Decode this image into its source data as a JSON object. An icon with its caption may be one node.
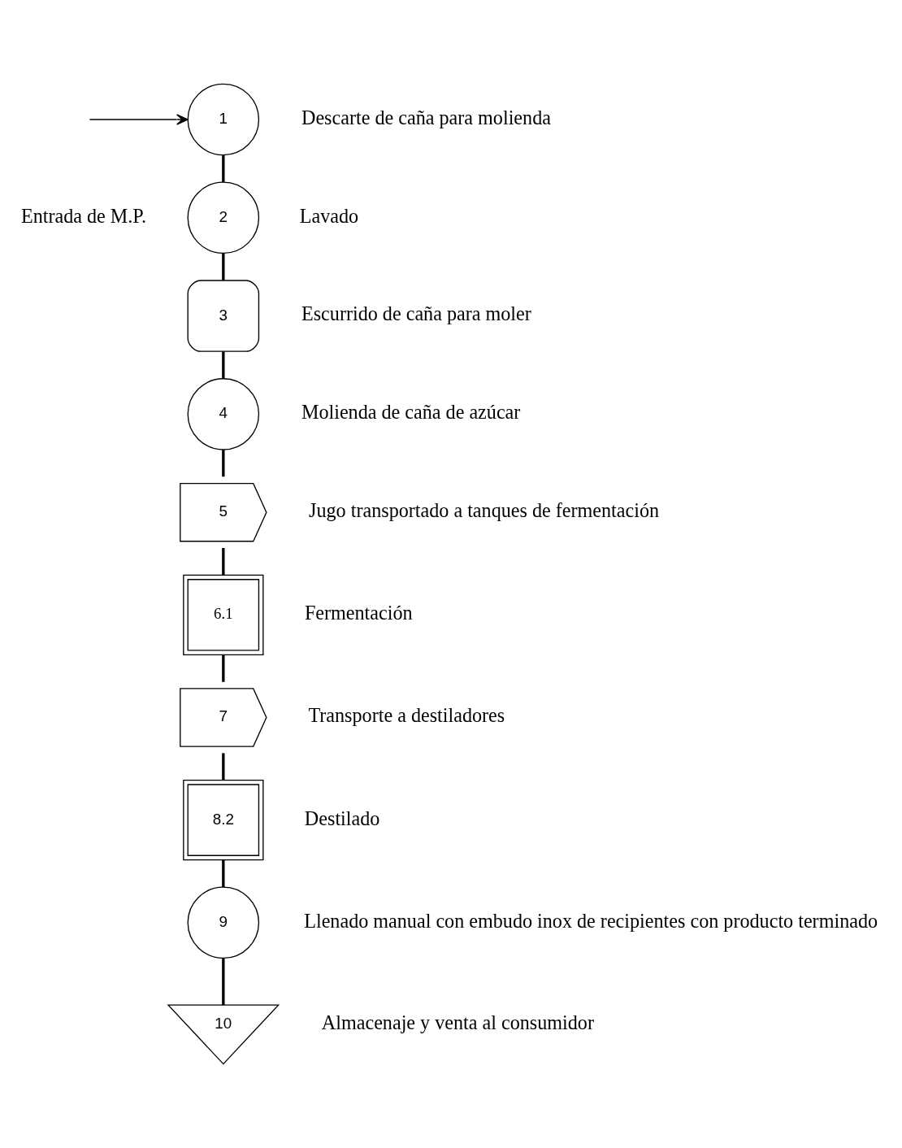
{
  "diagram": {
    "nodes": [
      {
        "text": [
          "1"
        ],
        "beside": [
          "Descarte de caña para molienda"
        ]
      },
      {
        "text": [
          "2"
        ],
        "beside": [
          "Lavado"
        ]
      },
      {
        "text": [
          "3"
        ],
        "beside": [
          "Escurrido de caña para moler"
        ]
      },
      {
        "text": [
          "4"
        ],
        "beside": [
          "Molienda de caña de azúcar"
        ]
      },
      {
        "text": [
          "5"
        ],
        "beside": [
          "Jugo transportado a tanques de fermentación"
        ]
      },
      {
        "text": [
          "6.1"
        ],
        "beside": [
          "Fermentación"
        ]
      },
      {
        "text": [
          "7"
        ],
        "beside": [
          "Transporte a destiladores"
        ]
      },
      {
        "text": [
          "8.2"
        ],
        "beside": [
          "Destilado"
        ]
      },
      {
        "text": [
          "9"
        ],
        "beside": [
          "Llenado manual con embudo inox de recipientes con producto terminado"
        ]
      },
      {
        "text": [
          "10"
        ],
        "beside": [
          "Almacenaje y venta al consumidor"
        ]
      }
    ],
    "edges": [
      {
        "from": null,
        "to": 0,
        "arrow": "to"
      },
      {
        "from": 0,
        "to": 1,
        "arrow": "none"
      },
      {
        "from": 1,
        "to": 2,
        "arrow": "none"
      },
      {
        "from": 2,
        "to": 3,
        "arrow": "none"
      },
      {
        "from": 3,
        "to": 4,
        "arrow": "none"
      },
      {
        "from": 4,
        "to": 5,
        "arrow": "none"
      },
      {
        "from": 5,
        "to": 6,
        "arrow": "none"
      },
      {
        "from": 6,
        "to": 7,
        "arrow": "none"
      },
      {
        "from": 7,
        "to": 8,
        "arrow": "none"
      },
      {
        "from": 8,
        "to": 9,
        "arrow": "none"
      }
    ],
    "labels": [
      "Entrada de M.P."
    ]
  }
}
